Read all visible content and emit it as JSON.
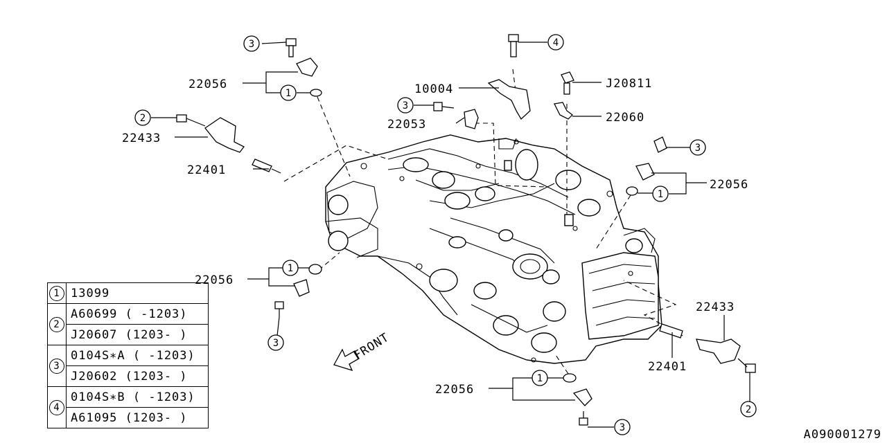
{
  "diagram_code": "A090001279",
  "front_label": "FRONT",
  "callouts": {
    "c22056_a": "22056",
    "c22433_a": "22433",
    "c22401_a": "22401",
    "c10004": "10004",
    "c22053": "22053",
    "cJ20811": "J20811",
    "c22060": "22060",
    "c22056_b": "22056",
    "c22056_c": "22056",
    "c22433_b": "22433",
    "c22401_b": "22401",
    "c22056_d": "22056"
  },
  "ref_markers": [
    "1",
    "2",
    "3",
    "4"
  ],
  "legend": [
    {
      "ref": "1",
      "rows": [
        "13099"
      ]
    },
    {
      "ref": "2",
      "rows": [
        "A60699 ( -1203)",
        "J20607 (1203- )"
      ]
    },
    {
      "ref": "3",
      "rows": [
        "0104S∗A ( -1203)",
        "J20602 (1203- )"
      ]
    },
    {
      "ref": "4",
      "rows": [
        "0104S∗B ( -1203)",
        "A61095 (1203- )"
      ]
    }
  ]
}
